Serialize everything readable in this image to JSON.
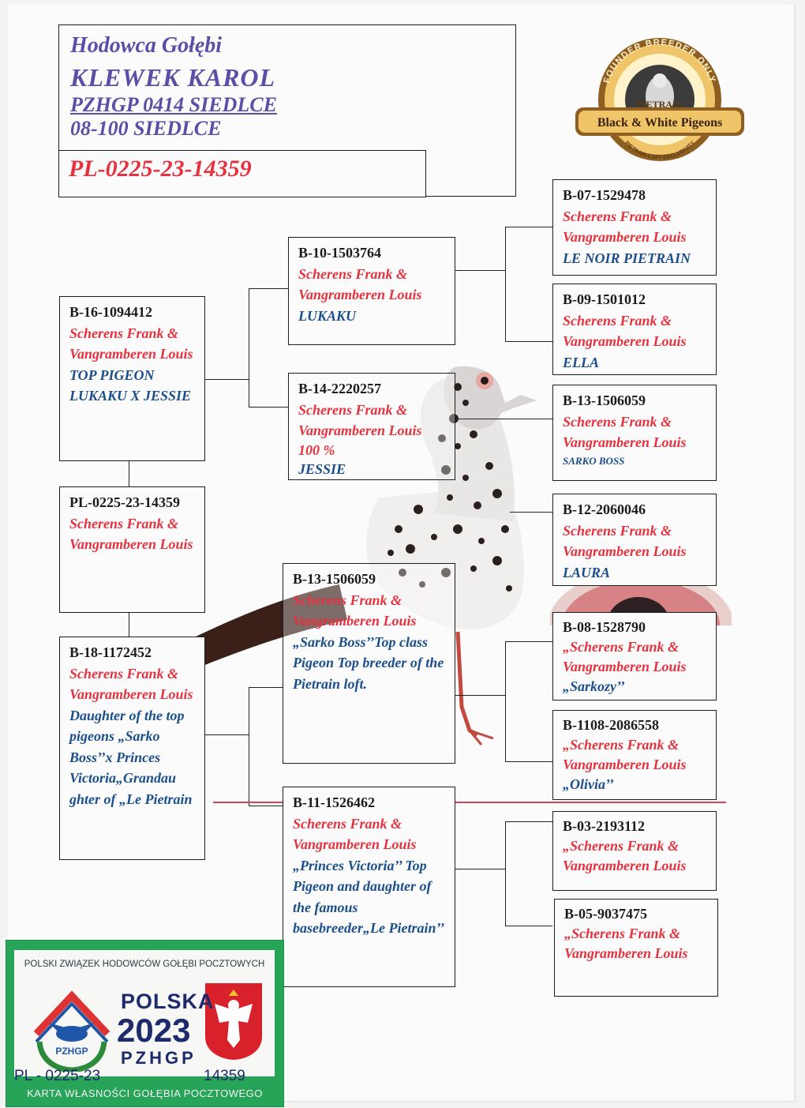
{
  "header": {
    "line1": "Hodowca Gołębi",
    "line2": "KLEWEK  KAROL",
    "line3": "PZHGP 0414 SIEDLCE",
    "line4": "08-100 SIEDLCE",
    "ring": "PL-0225-23-14359"
  },
  "seal": {
    "top_arc": "FOUNDER BREEDER ONLY",
    "line1": "PIETRAIN",
    "line2": "Black & White Pigeons",
    "bottom_arc": "PIETRAIN LOFT EXCLUSIVITY"
  },
  "colors": {
    "ring": "#1b1b1b",
    "breeder": "#e5323f",
    "note": "#1b4f8c",
    "card_green": "#27a458"
  },
  "pedigree": {
    "subject": {
      "ring": "PL-0225-23-14359",
      "breeder": "Scherens Frank & Vangramberen Louis"
    },
    "sire": {
      "ring": "B-16-1094412",
      "breeder": "Scherens Frank & Vangramberen Louis",
      "note": "TOP PIGEON LUKAKU X JESSIE"
    },
    "dam": {
      "ring": "B-18-1172452",
      "breeder": "Scherens Frank & Vangramberen Louis",
      "note": "Daughter of the top pigeons „Sarko Boss’’x Princes Victoria„Grandau ghter of „Le Pietrain"
    },
    "ss": {
      "ring": "B-10-1503764",
      "breeder": "Scherens Frank & Vangramberen Louis",
      "note": "LUKAKU"
    },
    "sd": {
      "ring": "B-14-2220257",
      "breeder": "Scherens Frank & Vangramberen Louis",
      "breeder2": "100 %",
      "note": "JESSIE"
    },
    "ds": {
      "ring": "B-13-1506059",
      "breeder": "Scherens Frank & Vangramberen Louis",
      "note": "„Sarko Boss’’Top class Pigeon Top breeder of the Pietrain loft."
    },
    "dd": {
      "ring": "B-11-1526462",
      "breeder": "Scherens Frank & Vangramberen Louis",
      "note": "„Princes Victoria’’ Top Pigeon and daughter of the famous basebreeder„Le Pietrain’’"
    },
    "sss": {
      "ring": "B-07-1529478",
      "breeder": "Scherens Frank & Vangramberen Louis",
      "note": "LE NOIR PIETRAIN"
    },
    "ssd": {
      "ring": "B-09-1501012",
      "breeder": "Scherens Frank & Vangramberen Louis",
      "note": "ELLA"
    },
    "sds": {
      "ring": "B-13-1506059",
      "breeder": "Scherens Frank & Vangramberen Louis",
      "note": "SARKO BOSS"
    },
    "sdd": {
      "ring": "B-12-2060046",
      "breeder": "Scherens Frank & Vangramberen Louis",
      "note": "LAURA"
    },
    "dss": {
      "ring": "B-08-1528790",
      "breeder": "„Scherens Frank & Vangramberen Louis",
      "note": "„Sarkozy’’"
    },
    "dsd": {
      "ring": "B-1108-2086558",
      "breeder": "„Scherens Frank & Vangramberen Louis",
      "note": "„Olivia’’"
    },
    "dds": {
      "ring": "B-03-2193112",
      "breeder": "„Scherens Frank & Vangramberen Louis"
    },
    "ddd": {
      "ring": "B-05-9037475",
      "breeder": "„Scherens Frank & Vangramberen Louis"
    }
  },
  "card": {
    "header": "POLSKI ZWIĄZEK HODOWCÓW GOŁĘBI POCZTOWYCH",
    "logo_text": "PZHGP",
    "country": "POLSKA",
    "year": "2023",
    "org": "PZHGP",
    "ring_left": "PL - 0225-23",
    "ring_right": "14359",
    "footer": "KARTA WŁASNOŚCI GOŁĘBIA POCZTOWEGO"
  }
}
